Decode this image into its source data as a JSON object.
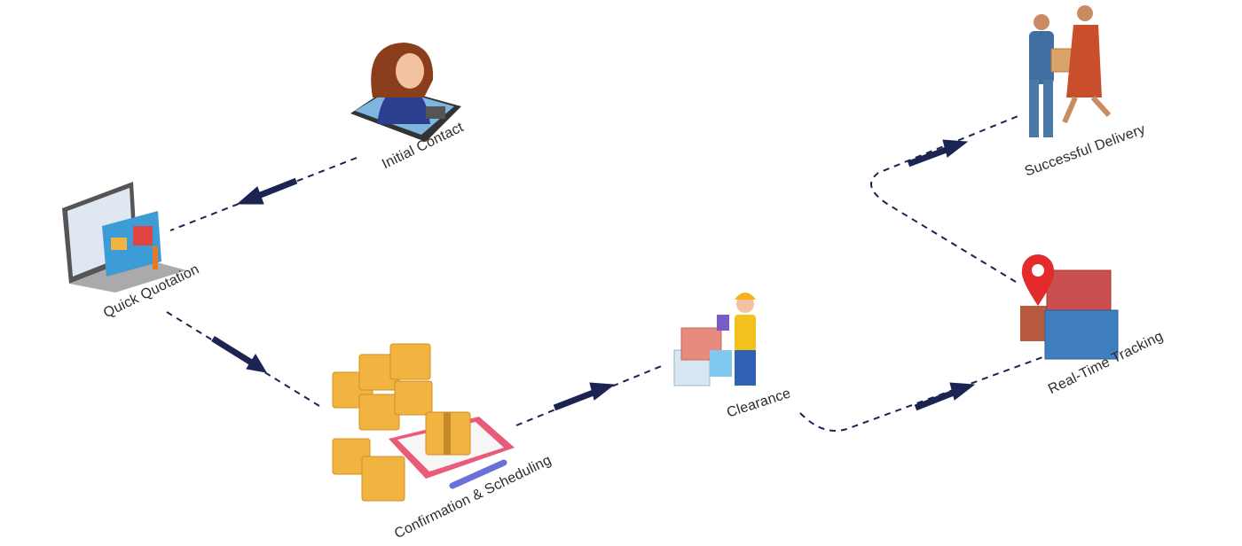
{
  "steps": [
    {
      "label": "Initial Contact",
      "icon": "support-agent-icon"
    },
    {
      "label": "Quick Quotation",
      "icon": "laptop-quote-icon"
    },
    {
      "label": "Confirmation & Scheduling",
      "icon": "boxes-clipboard-icon"
    },
    {
      "label": "Clearance",
      "icon": "inspector-containers-icon"
    },
    {
      "label": "Real-Time Tracking",
      "icon": "containers-pin-icon"
    },
    {
      "label": "Successful Delivery",
      "icon": "delivery-handover-icon"
    }
  ],
  "colors": {
    "line": "#1b2452",
    "box": "#f2b441",
    "container_red": "#c9504f",
    "container_blue": "#3f7fbf"
  }
}
